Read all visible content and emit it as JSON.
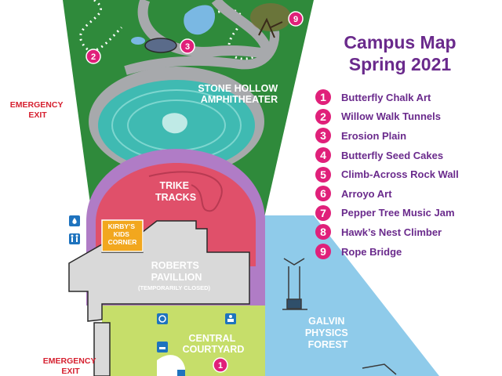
{
  "title": {
    "line1": "Campus Map",
    "line2": "Spring 2021"
  },
  "legend": [
    {
      "number": "1",
      "label": "Butterfly Chalk Art"
    },
    {
      "number": "2",
      "label": "Willow Walk Tunnels"
    },
    {
      "number": "3",
      "label": "Erosion Plain"
    },
    {
      "number": "4",
      "label": "Butterfly Seed Cakes"
    },
    {
      "number": "5",
      "label": "Climb-Across Rock Wall"
    },
    {
      "number": "6",
      "label": "Arroyo Art"
    },
    {
      "number": "7",
      "label": "Pepper Tree Music Jam"
    },
    {
      "number": "8",
      "label": "Hawk’s Nest Climber"
    },
    {
      "number": "9",
      "label": "Rope Bridge"
    }
  ],
  "map": {
    "amphitheater": [
      "STONE HOLLOW",
      "AMPHITHEATER"
    ],
    "trike_tracks": [
      "TRIKE",
      "TRACKS"
    ],
    "kids_corner": [
      "KIRBY’S",
      "KIDS",
      "CORNER"
    ],
    "pavilion": [
      "ROBERTS",
      "PAVILLION"
    ],
    "pavilion_note": "(TEMPORARILY CLOSED)",
    "courtyard": [
      "CENTRAL",
      "COURTYARD"
    ],
    "forest": [
      "GALVIN",
      "PHYSICS",
      "FOREST"
    ],
    "emergency_exit": [
      "EMERGENCY",
      "EXIT"
    ]
  },
  "markers": [
    "2",
    "3",
    "9",
    "1"
  ],
  "colors": {
    "accent_purple": "#6a2a8c",
    "marker_pink": "#e0207a",
    "meadow_green": "#2f8a3b",
    "pond_teal": "#3fbab2",
    "track_red": "#e0506a",
    "ring_lavender": "#b07cc6",
    "courtyard_lime": "#c6de6a",
    "forest_blue": "#8fcbea",
    "exit_red": "#d62030"
  },
  "icons": [
    "tree-icon",
    "sink-icon",
    "restroom-icon",
    "accessible-icon",
    "baby-changing-icon",
    "jungle-gym-icon"
  ]
}
